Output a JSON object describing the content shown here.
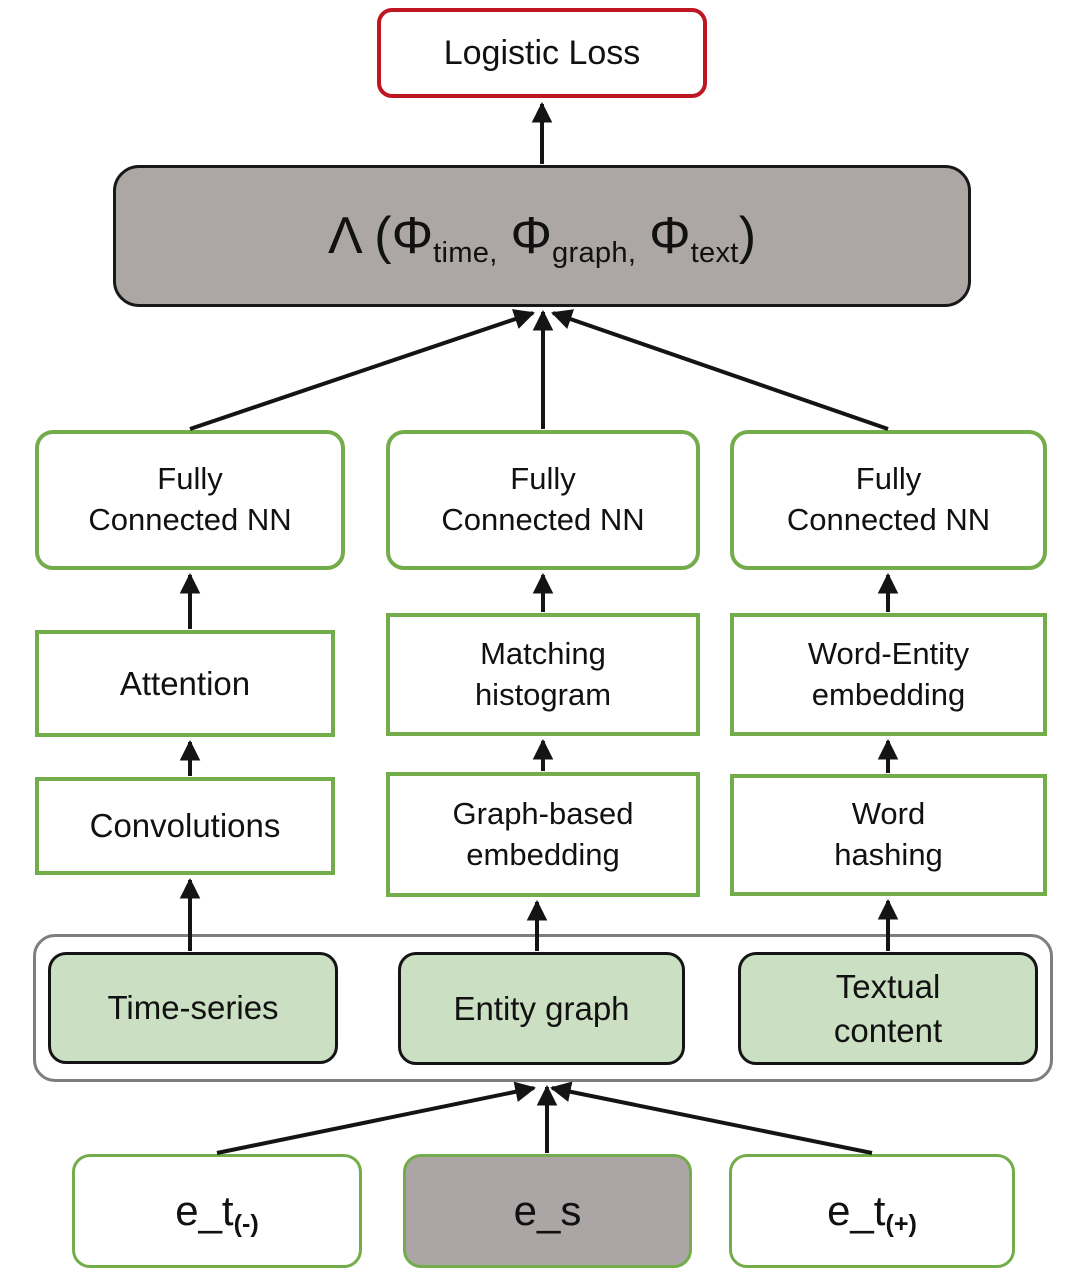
{
  "colors": {
    "loss_border_red": "#bf1722",
    "green_border": "#73ad4b",
    "green_fill": "#cbdfc2",
    "gray_fill": "#aca6a5",
    "container_border_gray": "#7e7e7e"
  },
  "loss": {
    "label": "Logistic Loss"
  },
  "fusion": {
    "func": "Λ (",
    "close": ")",
    "terms": [
      {
        "base": "Φ",
        "sub": "time",
        "sep": ","
      },
      {
        "base": "Φ",
        "sub": "graph",
        "sep": ","
      },
      {
        "base": "Φ",
        "sub": "text",
        "sep": ""
      }
    ]
  },
  "columns": [
    {
      "id": "time",
      "fcnn": {
        "line1": "Fully",
        "line2": "Connected NN"
      },
      "upper": {
        "line1": "Attention"
      },
      "lower": {
        "line1": "Convolutions"
      },
      "input": {
        "line1": "Time-series"
      }
    },
    {
      "id": "graph",
      "fcnn": {
        "line1": "Fully",
        "line2": "Connected NN"
      },
      "upper": {
        "line1": "Matching",
        "line2": "histogram"
      },
      "lower": {
        "line1": "Graph-based",
        "line2": "embedding"
      },
      "input": {
        "line1": "Entity graph"
      }
    },
    {
      "id": "text",
      "fcnn": {
        "line1": "Fully",
        "line2": "Connected NN"
      },
      "upper": {
        "line1": "Word-Entity",
        "line2": "embedding"
      },
      "lower": {
        "line1": "Word",
        "line2": "hashing"
      },
      "input": {
        "line1": "Textual",
        "line2": "content"
      }
    }
  ],
  "candidates": [
    {
      "base": "e_t",
      "sub": "(-)"
    },
    {
      "base": "e_s",
      "sub": ""
    },
    {
      "base": "e_t",
      "sub": "(+)"
    }
  ]
}
